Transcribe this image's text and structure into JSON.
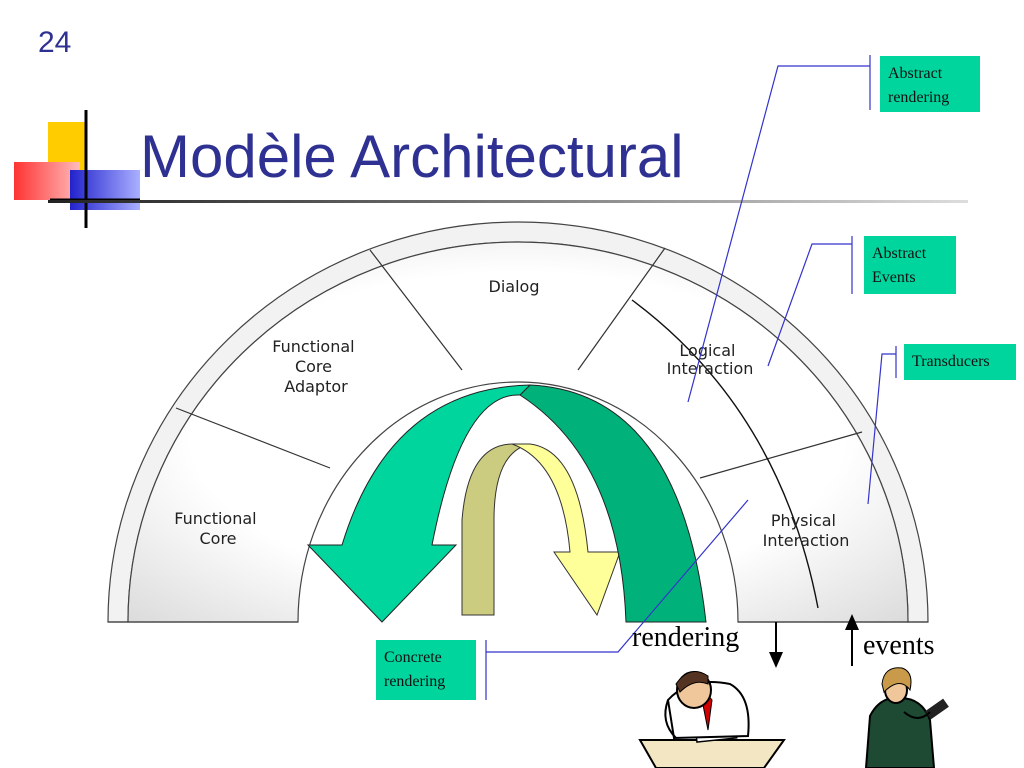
{
  "slide": {
    "page_number": "24",
    "title": "Modèle Architectural"
  },
  "arch_segments": {
    "functional_core": [
      "Functional",
      "Core"
    ],
    "functional_core_adaptor": [
      "Functional",
      "Core",
      "Adaptor"
    ],
    "dialog": [
      "Dialog"
    ],
    "logical_interaction": [
      "Logical",
      "Interaction"
    ],
    "physical_interaction": [
      "Physical",
      "Interaction"
    ]
  },
  "callouts": {
    "abstract_rendering": [
      "Abstract",
      "rendering"
    ],
    "abstract_events": [
      "Abstract",
      "Events"
    ],
    "transducers": [
      "Transducers"
    ],
    "concrete_rendering": [
      "Concrete",
      "rendering"
    ]
  },
  "flow_labels": {
    "rendering": "rendering",
    "events": "events"
  },
  "colors": {
    "title": "#2e3192",
    "callout_fill": "#00d59d",
    "big_arrow_light": "#00d59d",
    "big_arrow_dark": "#00b27a",
    "small_arrow_olive": "#cccc80",
    "small_arrow_yellow": "#ffff99",
    "leader_line": "#3333cc"
  },
  "icons": [
    "logo-blocks-icon",
    "tired-man-at-desk-icon",
    "woman-with-phone-icon"
  ]
}
